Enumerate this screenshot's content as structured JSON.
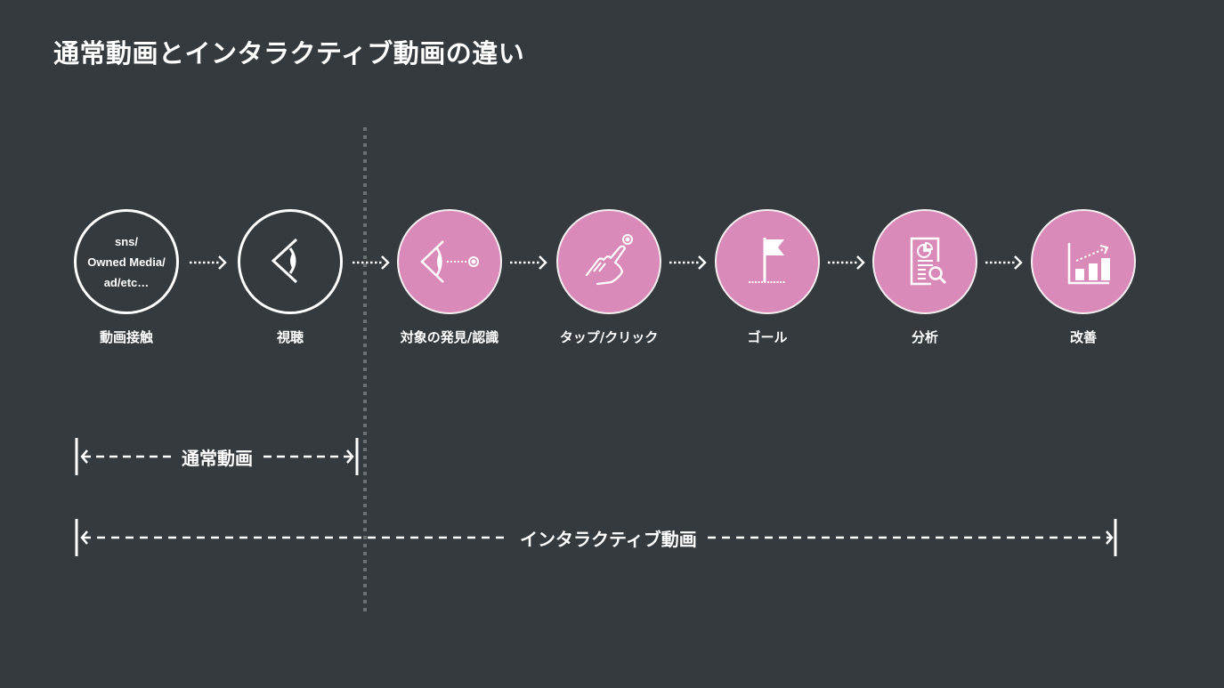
{
  "title": "通常動画とインタラクティブ動画の違い",
  "colors": {
    "background": "#343a3e",
    "accent_pink": "#d98ab8",
    "line_white": "#ffffff",
    "divider_gray": "#6b7073"
  },
  "steps": [
    {
      "label": "動画接触",
      "style": "outline",
      "circle_text": [
        "sns/",
        "Owned Media/",
        "ad/etc…"
      ],
      "icon": "text-only"
    },
    {
      "label": "視聴",
      "style": "outline",
      "icon": "eye-icon"
    },
    {
      "label": "対象の発見/認識",
      "style": "filled",
      "icon": "eye-target-icon"
    },
    {
      "label": "タップ/クリック",
      "style": "filled",
      "icon": "tap-hand-icon"
    },
    {
      "label": "ゴール",
      "style": "filled",
      "icon": "flag-icon"
    },
    {
      "label": "分析",
      "style": "filled",
      "icon": "report-search-icon"
    },
    {
      "label": "改善",
      "style": "filled",
      "icon": "bar-chart-growth-icon"
    }
  ],
  "ranges": {
    "normal": {
      "label": "通常動画",
      "from_step": 1,
      "to_step": 2
    },
    "interactive": {
      "label": "インタラクティブ動画",
      "from_step": 1,
      "to_step": 7
    }
  }
}
